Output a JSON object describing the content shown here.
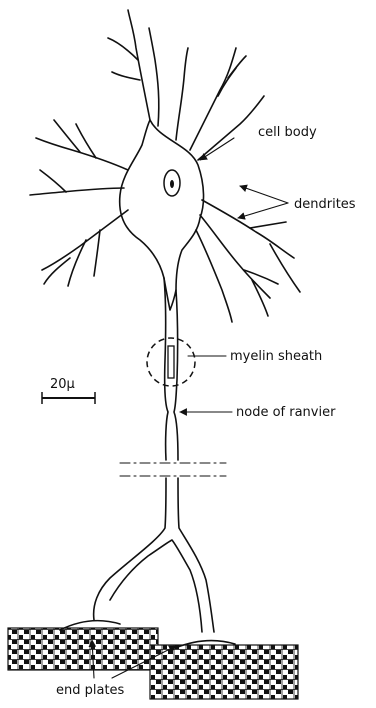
{
  "labels": {
    "cell_body": "cell body",
    "dendrites": "dendrites",
    "myelin_sheath": "myelin sheath",
    "scale": "20μ",
    "node_of_ranvier": "node of ranvier",
    "end_plates": "end plates"
  }
}
